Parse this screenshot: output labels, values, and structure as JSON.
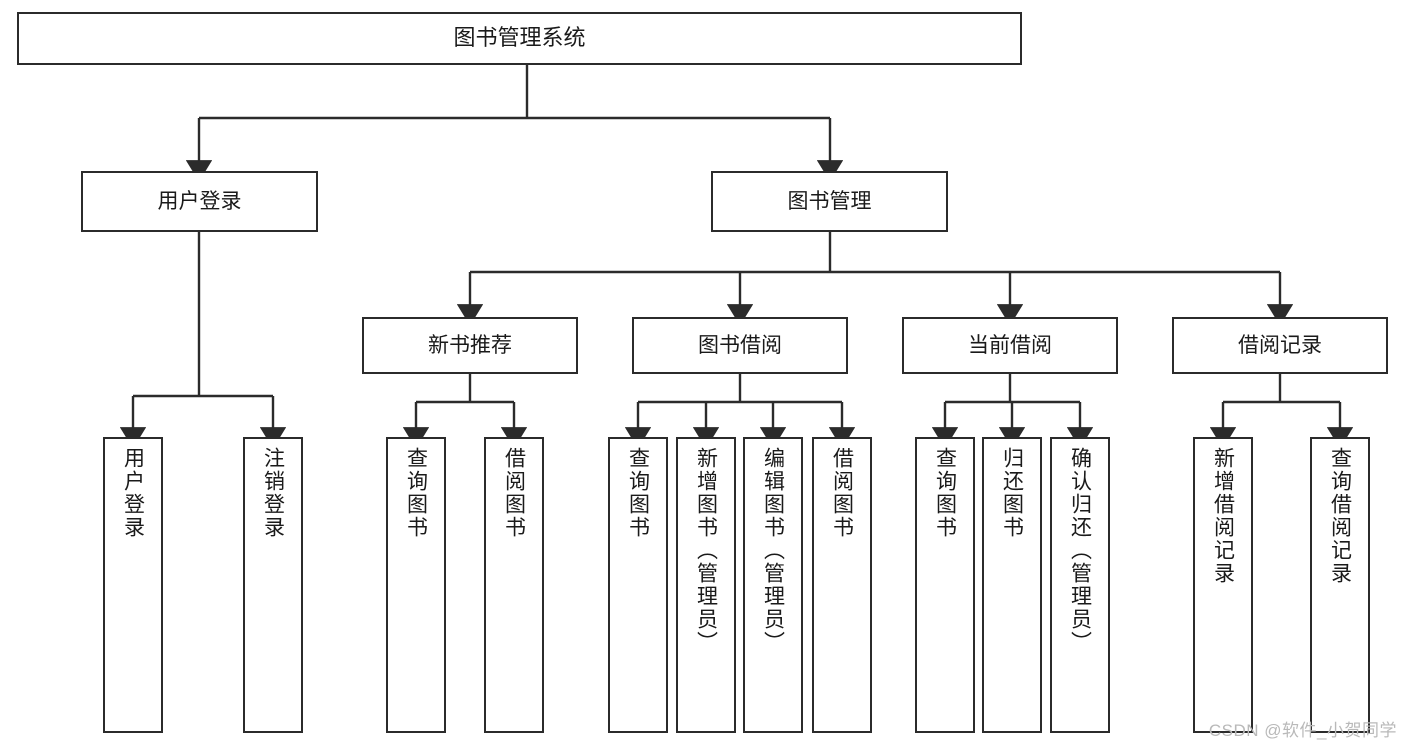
{
  "diagram": {
    "title": "图书管理系统",
    "type": "tree-hierarchy",
    "colors": {
      "box_border": "#2b2b2b",
      "box_fill": "#ffffff",
      "edge": "#2b2b2b",
      "text": "#1a1a1a",
      "watermark": "#b9b9b9",
      "background": "#ffffff"
    },
    "nodes": {
      "root": {
        "label": "图书管理系统"
      },
      "level2": [
        {
          "label": "用户登录"
        },
        {
          "label": "图书管理"
        }
      ],
      "level3": [
        {
          "label": "新书推荐"
        },
        {
          "label": "图书借阅"
        },
        {
          "label": "当前借阅"
        },
        {
          "label": "借阅记录"
        }
      ],
      "leaves": {
        "user_login": [
          {
            "label": "用户登录"
          },
          {
            "label": "注销登录"
          }
        ],
        "new_book_recommend": [
          {
            "label": "查询图书"
          },
          {
            "label": "借阅图书"
          }
        ],
        "book_borrow": [
          {
            "label": "查询图书"
          },
          {
            "label": "新增图书（管理员）"
          },
          {
            "label": "编辑图书（管理员）"
          },
          {
            "label": "借阅图书"
          }
        ],
        "current_borrow": [
          {
            "label": "查询图书"
          },
          {
            "label": "归还图书"
          },
          {
            "label": "确认归还（管理员）"
          }
        ],
        "borrow_record": [
          {
            "label": "新增借阅记录"
          },
          {
            "label": "查询借阅记录"
          }
        ]
      }
    },
    "watermark": "CSDN @软件_小贺同学"
  }
}
